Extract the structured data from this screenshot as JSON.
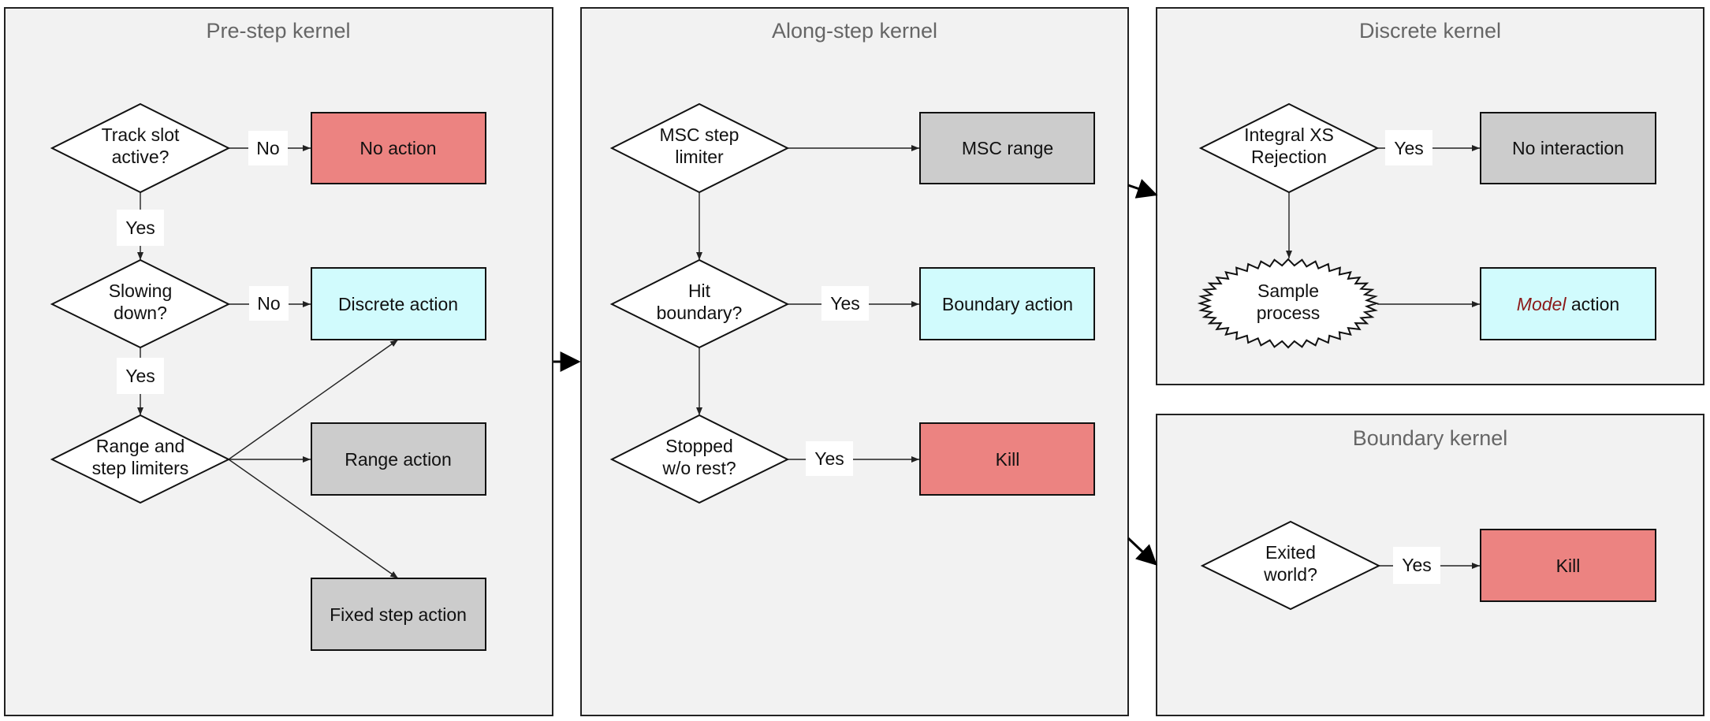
{
  "colors": {
    "red": "#ec8381",
    "cyan": "#d1fbfd",
    "grey": "#cccccc",
    "white": "#ffffff",
    "model_accent": "#8b1a1a"
  },
  "panels": {
    "pre_step": {
      "title": "Pre-step kernel"
    },
    "along_step": {
      "title": "Along-step kernel"
    },
    "discrete": {
      "title": "Discrete kernel"
    },
    "boundary": {
      "title": "Boundary kernel"
    }
  },
  "nodes": {
    "track_slot": {
      "lines": [
        "Track slot",
        "active?"
      ]
    },
    "no_action": {
      "lines": [
        "No action"
      ]
    },
    "slowing": {
      "lines": [
        "Slowing",
        "down?"
      ]
    },
    "discrete_action": {
      "lines": [
        "Discrete action"
      ]
    },
    "range_limiters": {
      "lines": [
        "Range and",
        "step limiters"
      ]
    },
    "range_action": {
      "lines": [
        "Range action"
      ]
    },
    "fixed_step": {
      "lines": [
        "Fixed step action"
      ]
    },
    "msc_step": {
      "lines": [
        "MSC step",
        "limiter"
      ]
    },
    "msc_range": {
      "lines": [
        "MSC range"
      ]
    },
    "hit_boundary": {
      "lines": [
        "Hit",
        "boundary?"
      ]
    },
    "boundary_action": {
      "lines": [
        "Boundary action"
      ]
    },
    "stopped": {
      "lines": [
        "Stopped",
        "w/o rest?"
      ]
    },
    "kill_along": {
      "lines": [
        "Kill"
      ]
    },
    "integral_xs": {
      "lines": [
        "Integral XS",
        "Rejection"
      ]
    },
    "no_interaction": {
      "lines": [
        "No interaction"
      ]
    },
    "sample_process": {
      "lines": [
        "Sample",
        "process"
      ]
    },
    "model_action": {
      "emph": "Model",
      "rest": " action"
    },
    "exited_world": {
      "lines": [
        "Exited",
        "world?"
      ]
    },
    "kill_boundary": {
      "lines": [
        "Kill"
      ]
    }
  },
  "edge_labels": {
    "track_no": "No",
    "track_yes": "Yes",
    "slowing_no": "No",
    "slowing_yes": "Yes",
    "hit_yes": "Yes",
    "stopped_yes": "Yes",
    "xs_yes": "Yes",
    "exited_yes": "Yes"
  }
}
